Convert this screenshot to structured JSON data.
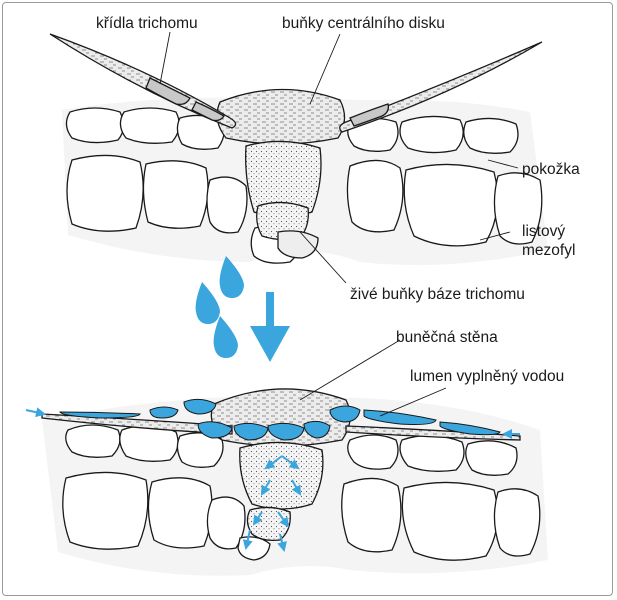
{
  "labels": {
    "trichome_wings": "křídla trichomu",
    "central_disc_cells": "buňky centrálního disku",
    "epidermis": "pokožka",
    "leaf_mesophyll_line1": "listový",
    "leaf_mesophyll_line2": "mezofyl",
    "living_base_cells": "živé buňky báze trichomu",
    "cell_wall": "buněčná stěna",
    "water_filled_lumen": "lumen vyplněný vodou"
  },
  "colors": {
    "water": "#3aa6dd",
    "outline": "#1a1a1a",
    "cytoplasm_fill": "#e8e8e8"
  }
}
